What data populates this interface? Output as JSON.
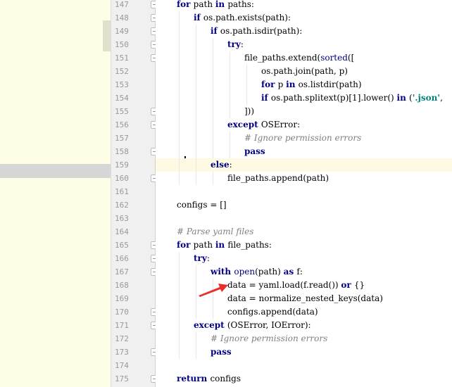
{
  "editor": {
    "current_line": "159",
    "lines": [
      {
        "num": "147",
        "indent": 0,
        "fold": true,
        "tokens": [
          [
            "kw",
            "for"
          ],
          [
            "",
            "path "
          ],
          [
            "kw",
            "in"
          ],
          [
            "",
            "paths:"
          ]
        ]
      },
      {
        "num": "148",
        "indent": 1,
        "fold": true,
        "tokens": [
          [
            "kw",
            "if"
          ],
          [
            "",
            "os.path.exists(path):"
          ]
        ]
      },
      {
        "num": "149",
        "indent": 2,
        "fold": true,
        "tokens": [
          [
            "kw",
            "if"
          ],
          [
            "",
            "os.path.isdir(path):"
          ]
        ]
      },
      {
        "num": "150",
        "indent": 3,
        "fold": true,
        "tokens": [
          [
            "kw",
            "try"
          ],
          [
            "",
            ":"
          ]
        ]
      },
      {
        "num": "151",
        "indent": 4,
        "fold": true,
        "tokens": [
          [
            "",
            "file_paths.extend("
          ],
          [
            "bi",
            "sorted"
          ],
          [
            "",
            "(["
          ]
        ]
      },
      {
        "num": "152",
        "indent": 5,
        "fold": false,
        "tokens": [
          [
            "",
            "os.path.join(path, p)"
          ]
        ]
      },
      {
        "num": "153",
        "indent": 5,
        "fold": false,
        "tokens": [
          [
            "kw",
            "for"
          ],
          [
            "",
            "p "
          ],
          [
            "kw",
            "in"
          ],
          [
            "",
            "os.listdir(path)"
          ]
        ]
      },
      {
        "num": "154",
        "indent": 5,
        "fold": false,
        "tokens": [
          [
            "kw",
            "if"
          ],
          [
            "",
            "os.path.splitext(p)[1].lower() "
          ],
          [
            "kw",
            "in"
          ],
          [
            "",
            "("
          ],
          [
            "str",
            "'.json'"
          ],
          [
            "",
            ","
          ]
        ]
      },
      {
        "num": "155",
        "indent": 4,
        "fold": true,
        "tokens": [
          [
            "",
            "]))"
          ]
        ]
      },
      {
        "num": "156",
        "indent": 3,
        "fold": true,
        "tokens": [
          [
            "kw",
            "except"
          ],
          [
            "",
            "OSError:"
          ]
        ]
      },
      {
        "num": "157",
        "indent": 4,
        "fold": false,
        "tokens": [
          [
            "cm",
            "# Ignore permission errors"
          ]
        ]
      },
      {
        "num": "158",
        "indent": 4,
        "fold": true,
        "tokens": [
          [
            "kw",
            "pass"
          ]
        ]
      },
      {
        "num": "159",
        "indent": 2,
        "fold": false,
        "tokens": [
          [
            "kw",
            "else"
          ],
          [
            "",
            ":"
          ]
        ]
      },
      {
        "num": "160",
        "indent": 3,
        "fold": true,
        "tokens": [
          [
            "",
            "file_paths.append(path)"
          ]
        ]
      },
      {
        "num": "161",
        "indent": 0,
        "fold": false,
        "tokens": []
      },
      {
        "num": "162",
        "indent": 0,
        "fold": false,
        "tokens": [
          [
            "",
            "configs = []"
          ]
        ]
      },
      {
        "num": "163",
        "indent": 0,
        "fold": false,
        "tokens": []
      },
      {
        "num": "164",
        "indent": 0,
        "fold": false,
        "tokens": [
          [
            "cm",
            "# Parse yaml files"
          ]
        ]
      },
      {
        "num": "165",
        "indent": 0,
        "fold": true,
        "tokens": [
          [
            "kw",
            "for"
          ],
          [
            "",
            "path "
          ],
          [
            "kw",
            "in"
          ],
          [
            "",
            "file_paths:"
          ]
        ]
      },
      {
        "num": "166",
        "indent": 1,
        "fold": true,
        "tokens": [
          [
            "kw",
            "try"
          ],
          [
            "",
            ":"
          ]
        ]
      },
      {
        "num": "167",
        "indent": 2,
        "fold": true,
        "tokens": [
          [
            "kw",
            "with"
          ],
          [
            "bi",
            "open"
          ],
          [
            "",
            "(path) "
          ],
          [
            "kw",
            "as"
          ],
          [
            "",
            "f:"
          ]
        ]
      },
      {
        "num": "168",
        "indent": 3,
        "fold": false,
        "tokens": [
          [
            "",
            "data = yaml.load(f.read()) "
          ],
          [
            "kw",
            "or"
          ],
          [
            "",
            "{}"
          ]
        ]
      },
      {
        "num": "169",
        "indent": 3,
        "fold": false,
        "tokens": [
          [
            "",
            "data = normalize_nested_keys(data)"
          ]
        ]
      },
      {
        "num": "170",
        "indent": 3,
        "fold": true,
        "tokens": [
          [
            "",
            "configs.append(data)"
          ]
        ]
      },
      {
        "num": "171",
        "indent": 1,
        "fold": true,
        "tokens": [
          [
            "kw",
            "except"
          ],
          [
            "",
            "(OSError, IOError):"
          ]
        ]
      },
      {
        "num": "172",
        "indent": 2,
        "fold": false,
        "tokens": [
          [
            "cm",
            "# Ignore permission errors"
          ]
        ]
      },
      {
        "num": "173",
        "indent": 2,
        "fold": true,
        "tokens": [
          [
            "kw",
            "pass"
          ]
        ]
      },
      {
        "num": "174",
        "indent": 0,
        "fold": false,
        "tokens": []
      },
      {
        "num": "175",
        "indent": 0,
        "fold": true,
        "tokens": [
          [
            "kw",
            "return"
          ],
          [
            "",
            "configs"
          ]
        ]
      }
    ]
  },
  "annotation": {
    "icon": "red-arrow-icon",
    "points_to_line": "168",
    "color": "#e8302a"
  },
  "colors": {
    "keyword": "#000080",
    "string": "#008080",
    "comment": "#808080",
    "current_line_bg": "#fdf9e3",
    "gutter_bg": "#f0f0f0",
    "left_panel_bg": "#fefee6"
  }
}
